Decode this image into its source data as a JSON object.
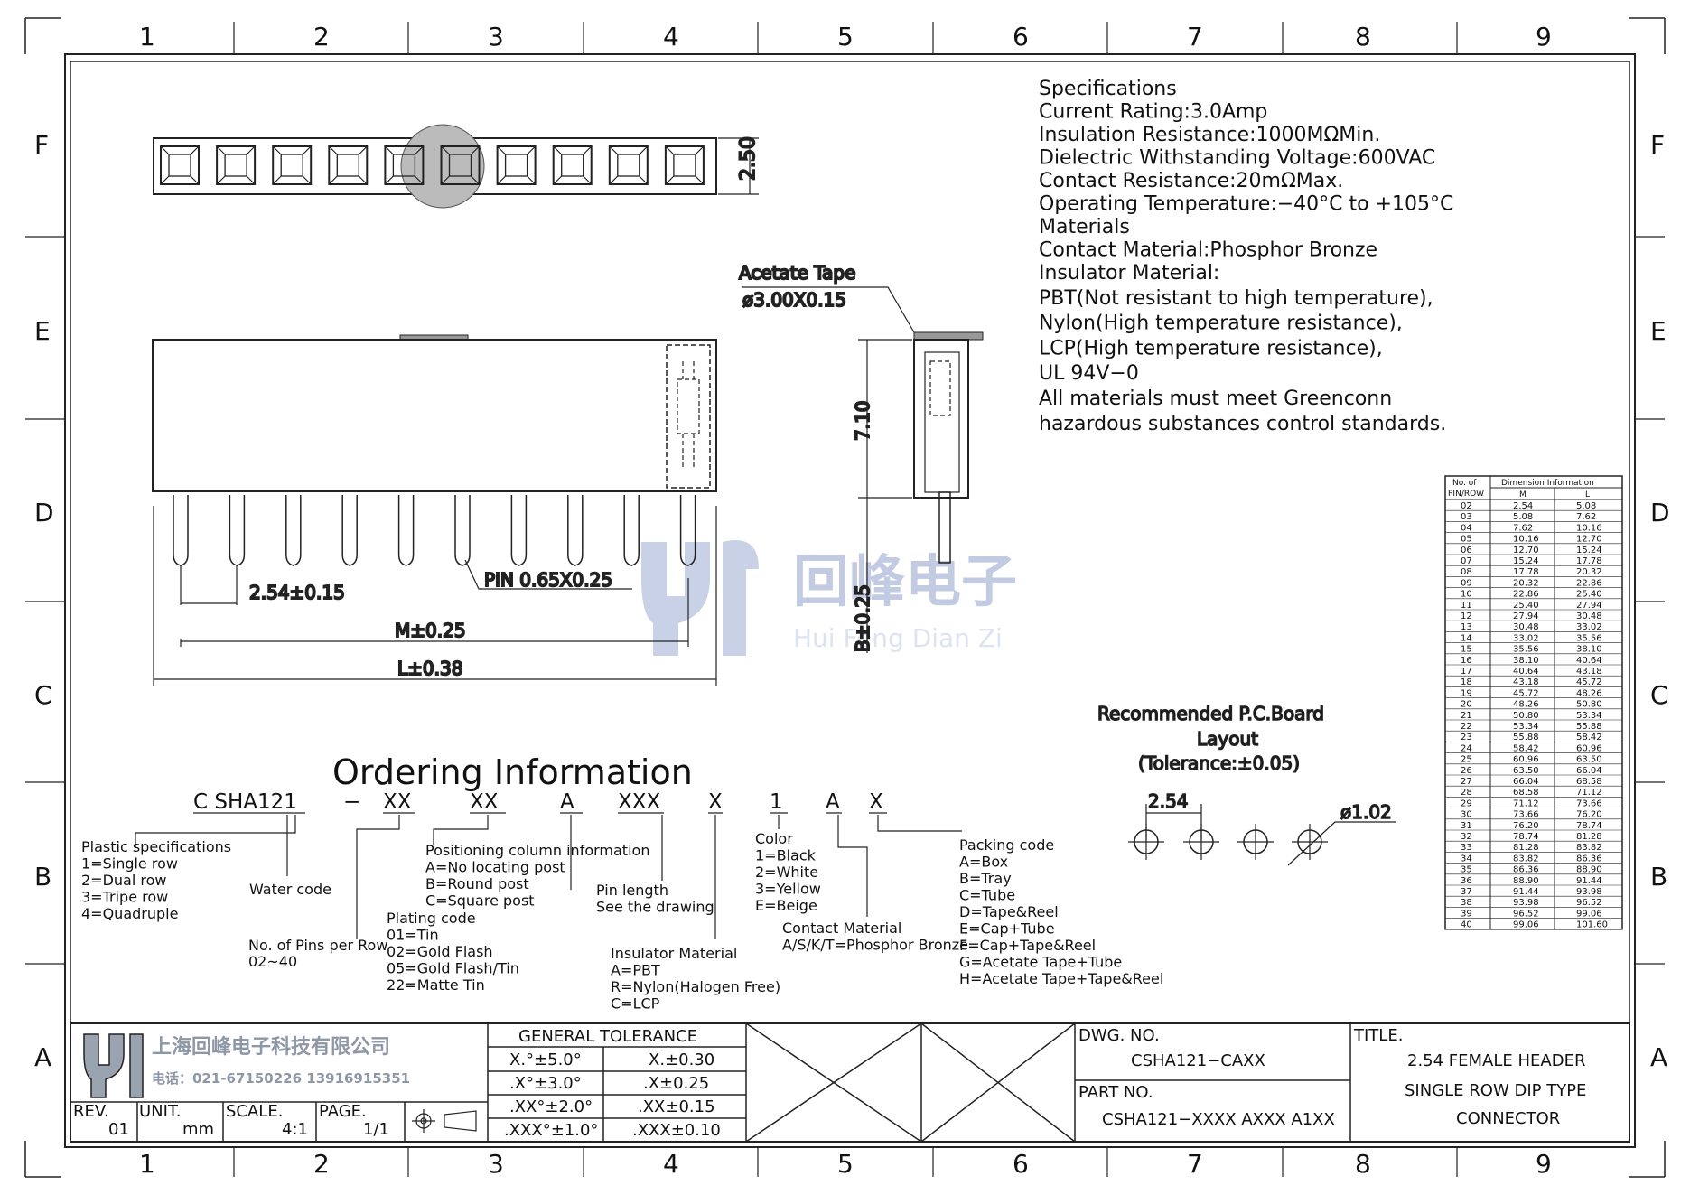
{
  "zones": {
    "columns": [
      "1",
      "2",
      "3",
      "4",
      "5",
      "6",
      "7",
      "8",
      "9"
    ],
    "rows": [
      "F",
      "E",
      "D",
      "C",
      "B",
      "A"
    ]
  },
  "specs": {
    "lines": [
      "Specifications",
      "Current  Rating:3.0Amp",
      "Insulation  Resistance:1000MΩMin.",
      "Dielectric  Withstanding  Voltage:600VAC",
      "Contact  Resistance:20mΩMax.",
      "Operating  Temperature:−40°C  to  +105°C",
      "Materials",
      "Contact  Material:Phosphor Bronze",
      "Insulator  Material:",
      "PBT(Not  resistant  to  high  temperature),",
      "Nylon(High  temperature  resistance),",
      "LCP(High  temperature  resistance),",
      "UL  94V−0",
      "All  materials  must  meet  Greenconn",
      "hazardous  substances  control  standards."
    ]
  },
  "dims": {
    "height_top": "2.50",
    "tape_title": "Acetate  Tape",
    "tape_size": "ø3.00X0.15",
    "body_height": "7.10",
    "b_dim": "B±0.25",
    "pitch": "2.54±0.15",
    "pin": "PIN  0.65X0.25",
    "m_dim": "M±0.25",
    "l_dim": "L±0.38"
  },
  "pcb": {
    "title1": "Recommended  P.C.Board",
    "title2": "Layout",
    "tolerance": "(Tolerance:±0.05)",
    "pitch": "2.54",
    "hole": "ø1.02"
  },
  "ordering": {
    "title": "Ordering  Information",
    "code_parts": [
      "C SHA121",
      "−",
      "XX",
      "XX",
      "A",
      "XXX",
      "X",
      "1",
      "A",
      "X"
    ],
    "plastic": [
      "Plastic  specifications",
      "1=Single  row",
      "2=Dual  row",
      "3=Tripe  row",
      "4=Quadruple"
    ],
    "water": "Water  code",
    "pins": [
      "No.  of  Pins  per  Row",
      "02~40"
    ],
    "plating": [
      "Plating  code",
      "01=Tin",
      "02=Gold  Flash",
      "05=Gold  Flash/Tin",
      "22=Matte  Tin"
    ],
    "position": [
      "Positioning  column  information",
      "A=No  locating  post",
      "B=Round  post",
      "C=Square  post"
    ],
    "pinlen": [
      "Pin  length",
      "See  the  drawing"
    ],
    "insulator": [
      "Insulator  Material",
      "A=PBT",
      "R=Nylon(Halogen  Free)",
      "C=LCP"
    ],
    "color": [
      "Color",
      "1=Black",
      "2=White",
      "3=Yellow",
      "E=Beige"
    ],
    "contact": [
      "Contact  Material",
      "A/S/K/T=Phosphor  Bronze"
    ],
    "packing": [
      "Packing  code",
      "A=Box",
      "B=Tray",
      "C=Tube",
      "D=Tape&Reel",
      "E=Cap+Tube",
      "F=Cap+Tape&Reel",
      "G=Acetate  Tape+Tube",
      "H=Acetate  Tape+Tape&Reel"
    ]
  },
  "watermark": {
    "cn": "回峰电子",
    "en": "Hui Feng Dian Zi"
  },
  "dim_table": {
    "header_no": [
      "No.  of",
      "PIN/ROW"
    ],
    "header_dim": "Dimension  Information",
    "col_m": "M",
    "col_l": "L",
    "rows": [
      [
        "02",
        "2.54",
        "5.08"
      ],
      [
        "03",
        "5.08",
        "7.62"
      ],
      [
        "04",
        "7.62",
        "10.16"
      ],
      [
        "05",
        "10.16",
        "12.70"
      ],
      [
        "06",
        "12.70",
        "15.24"
      ],
      [
        "07",
        "15.24",
        "17.78"
      ],
      [
        "08",
        "17.78",
        "20.32"
      ],
      [
        "09",
        "20.32",
        "22.86"
      ],
      [
        "10",
        "22.86",
        "25.40"
      ],
      [
        "11",
        "25.40",
        "27.94"
      ],
      [
        "12",
        "27.94",
        "30.48"
      ],
      [
        "13",
        "30.48",
        "33.02"
      ],
      [
        "14",
        "33.02",
        "35.56"
      ],
      [
        "15",
        "35.56",
        "38.10"
      ],
      [
        "16",
        "38.10",
        "40.64"
      ],
      [
        "17",
        "40.64",
        "43.18"
      ],
      [
        "18",
        "43.18",
        "45.72"
      ],
      [
        "19",
        "45.72",
        "48.26"
      ],
      [
        "20",
        "48.26",
        "50.80"
      ],
      [
        "21",
        "50.80",
        "53.34"
      ],
      [
        "22",
        "53.34",
        "55.88"
      ],
      [
        "23",
        "55.88",
        "58.42"
      ],
      [
        "24",
        "58.42",
        "60.96"
      ],
      [
        "25",
        "60.96",
        "63.50"
      ],
      [
        "26",
        "63.50",
        "66.04"
      ],
      [
        "27",
        "66.04",
        "68.58"
      ],
      [
        "28",
        "68.58",
        "71.12"
      ],
      [
        "29",
        "71.12",
        "73.66"
      ],
      [
        "30",
        "73.66",
        "76.20"
      ],
      [
        "31",
        "76.20",
        "78.74"
      ],
      [
        "32",
        "78.74",
        "81.28"
      ],
      [
        "33",
        "81.28",
        "83.82"
      ],
      [
        "34",
        "83.82",
        "86.36"
      ],
      [
        "35",
        "86.36",
        "88.90"
      ],
      [
        "36",
        "88.90",
        "91.44"
      ],
      [
        "37",
        "91.44",
        "93.98"
      ],
      [
        "38",
        "93.98",
        "96.52"
      ],
      [
        "39",
        "96.52",
        "99.06"
      ],
      [
        "40",
        "99.06",
        "101.60"
      ]
    ]
  },
  "title_block": {
    "company_cn": "上海回峰电子科技有限公司",
    "phone": "电话：021-67150226  13916915351",
    "rev_label": "REV.",
    "rev": "01",
    "unit_label": "UNIT.",
    "unit": "mm",
    "scale_label": "SCALE.",
    "scale": "4:1",
    "page_label": "PAGE.",
    "page": "1/1",
    "tol_header": "GENERAL  TOLERANCE",
    "tol_rows": [
      [
        "X.°±5.0°",
        "X.±0.30"
      ],
      [
        ".X°±3.0°",
        ".X±0.25"
      ],
      [
        ".XX°±2.0°",
        ".XX±0.15"
      ],
      [
        ".XXX°±1.0°",
        ".XXX±0.10"
      ]
    ],
    "dwg_label": "DWG.  NO.",
    "dwg_no": "CSHA121−CAXX",
    "part_label": "PART  NO.",
    "part_no": "CSHA121−XXXX  AXXX  A1XX",
    "title_label": "TITLE.",
    "title_lines": [
      "2.54  FEMALE  HEADER",
      "SINGLE  ROW  DIP  TYPE",
      "CONNECTOR"
    ]
  }
}
